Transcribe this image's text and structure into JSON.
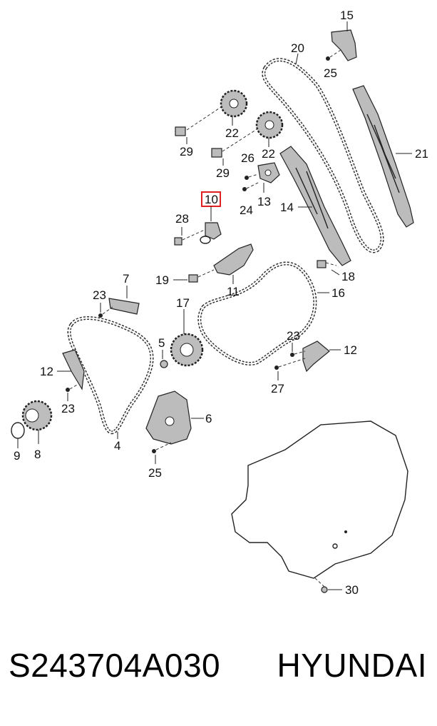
{
  "callouts": {
    "c15": "15",
    "c20": "20",
    "c25a": "25",
    "c21": "21",
    "c22a": "22",
    "c29a": "29",
    "c22b": "22",
    "c29b": "29",
    "c26": "26",
    "c13": "13",
    "c24": "24",
    "c14": "14",
    "c10": "10",
    "c28": "28",
    "c18": "18",
    "c19": "19",
    "c11": "11",
    "c16": "16",
    "c7": "7",
    "c23a": "23",
    "c17": "17",
    "c5": "5",
    "c23b": "23",
    "c12a": "12",
    "c12b": "12",
    "c27": "27",
    "c23c": "23",
    "c6": "6",
    "c9": "9",
    "c8": "8",
    "c4": "4",
    "c25b": "25",
    "c30": "30"
  },
  "highlighted_callout": "10",
  "caption": {
    "part_number": "S243704A030",
    "brand": "HYUNDAI"
  },
  "colors": {
    "highlight": "#e02020",
    "line": "#222222",
    "background": "#ffffff"
  }
}
